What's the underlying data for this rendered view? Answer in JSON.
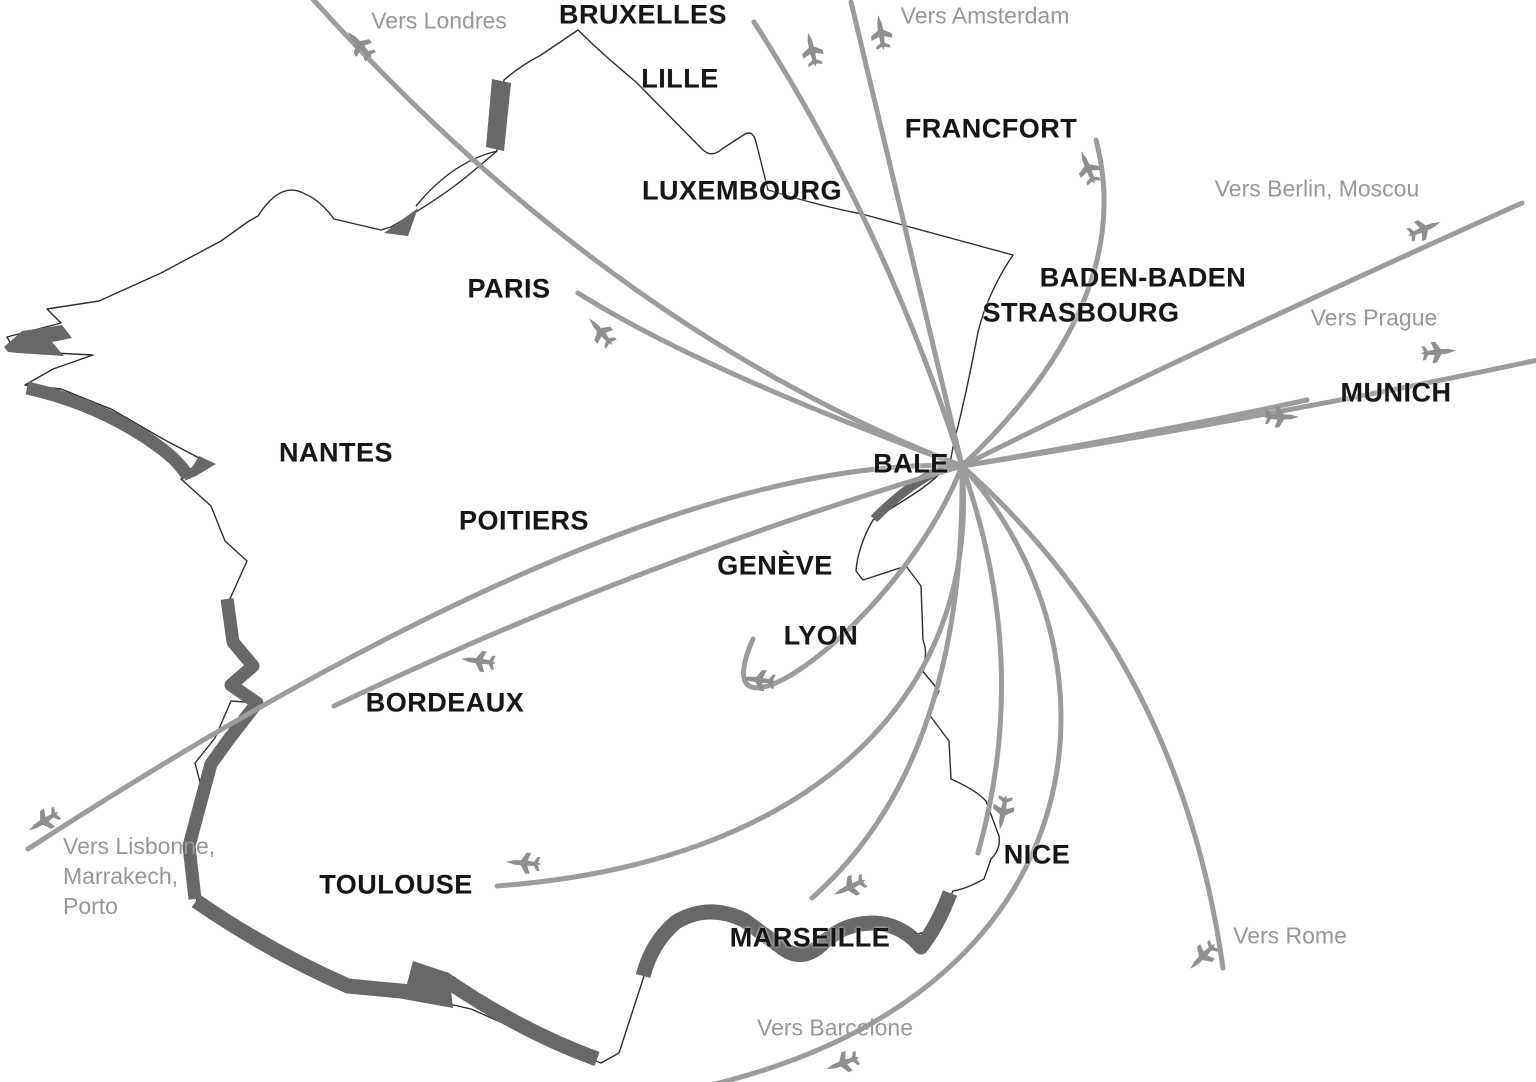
{
  "hub": {
    "name": "BALE"
  },
  "cities": [
    {
      "name": "BRUXELLES"
    },
    {
      "name": "LILLE"
    },
    {
      "name": "FRANCFORT"
    },
    {
      "name": "LUXEMBOURG"
    },
    {
      "name": "PARIS"
    },
    {
      "name": "BADEN-BADEN"
    },
    {
      "name": "STRASBOURG"
    },
    {
      "name": "MUNICH"
    },
    {
      "name": "NANTES"
    },
    {
      "name": "POITIERS"
    },
    {
      "name": "GENÈVE"
    },
    {
      "name": "LYON"
    },
    {
      "name": "BORDEAUX"
    },
    {
      "name": "NICE"
    },
    {
      "name": "TOULOUSE"
    },
    {
      "name": "MARSEILLE"
    }
  ],
  "external_destinations": [
    {
      "name": "Vers Londres"
    },
    {
      "name": "Vers Amsterdam"
    },
    {
      "name": "Vers Berlin, Moscou"
    },
    {
      "name": "Vers Prague"
    },
    {
      "name": "Vers Lisbonne,\nMarrakech,\nPorto"
    },
    {
      "name": "Vers Rome"
    },
    {
      "name": "Vers Barcelone"
    }
  ],
  "icons": {
    "plane": "jet-plane-silhouette"
  },
  "colors": {
    "background": "#ffffff",
    "route_line": "#9c9c9c",
    "coast_shadow": "#686868",
    "map_outline": "#2e2e2e",
    "city_label": "#161616",
    "external_label": "#979797",
    "plane_icon": "#8f8f8f"
  }
}
